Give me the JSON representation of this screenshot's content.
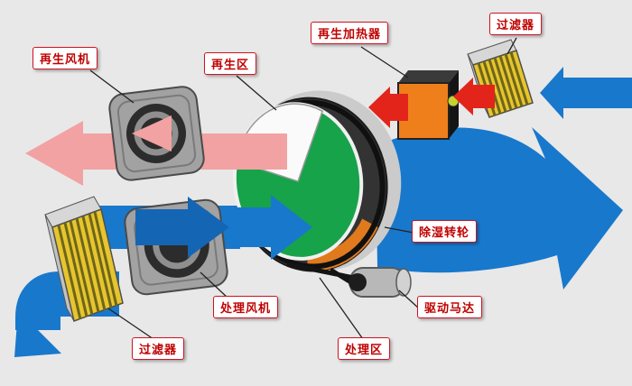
{
  "colors": {
    "background": "#e8e8e8",
    "process_air": "#1878cc",
    "process_air_dark": "#1565b5",
    "regen_exhaust": "#f2a2a2",
    "hot_air": "#e2241b",
    "wheel_green": "#17a34a",
    "wheel_section_orange": "#e07a1c",
    "heater_orange": "#ef7f1b",
    "heater_indicator": "#c6d22e",
    "filter_yellow": "#e6c52e",
    "label_red": "#c00000"
  },
  "labels": [
    {
      "id": "regen-fan",
      "text": "再生风机"
    },
    {
      "id": "regen-zone",
      "text": "再生区"
    },
    {
      "id": "regen-heater",
      "text": "再生加热器"
    },
    {
      "id": "filter-top",
      "text": "过滤器"
    },
    {
      "id": "dehumidifier-wheel",
      "text": "除湿转轮"
    },
    {
      "id": "drive-motor",
      "text": "驱动马达"
    },
    {
      "id": "process-fan",
      "text": "处理风机"
    },
    {
      "id": "process-zone",
      "text": "处理区"
    },
    {
      "id": "filter-bottom",
      "text": "过滤器"
    }
  ]
}
